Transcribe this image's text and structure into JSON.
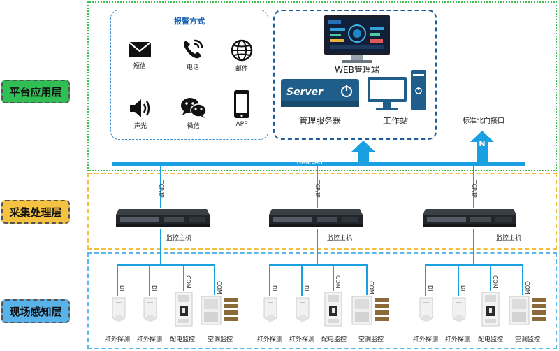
{
  "layers": {
    "platform": "平台应用层",
    "collect": "采集处理层",
    "sense": "现场感知层"
  },
  "alarm": {
    "title": "报警方式",
    "items": [
      {
        "label": "短信",
        "icon": "envelope-icon"
      },
      {
        "label": "电话",
        "icon": "phone-icon"
      },
      {
        "label": "邮件",
        "icon": "globe-icon"
      },
      {
        "label": "声光",
        "icon": "speaker-icon"
      },
      {
        "label": "微信",
        "icon": "wechat-icon"
      },
      {
        "label": "APP",
        "icon": "smartphone-icon"
      }
    ]
  },
  "management": {
    "web_label": "WEB管理端",
    "server_label": "管理服务器",
    "server_badge": "Server",
    "workstation_label": "工作站"
  },
  "network": {
    "bus_label": "WAN/LAN",
    "northbound_label": "标准北向接口",
    "northbound_letter": "N",
    "link_label": "TCP/IP"
  },
  "hosts": [
    {
      "label": "监控主机"
    },
    {
      "label": "监控主机"
    },
    {
      "label": "监控主机"
    }
  ],
  "sensor_groups": [
    {
      "devices": [
        {
          "label": "红外探测",
          "link": "DI"
        },
        {
          "label": "红外探测",
          "link": "DI"
        },
        {
          "label": "配电监控",
          "link": "COM"
        },
        {
          "label": "空调监控",
          "link": "COM"
        }
      ]
    },
    {
      "devices": [
        {
          "label": "红外探测",
          "link": "DI"
        },
        {
          "label": "红外探测",
          "link": "DI"
        },
        {
          "label": "配电监控",
          "link": "COM"
        },
        {
          "label": "空调监控",
          "link": "COM"
        }
      ]
    },
    {
      "devices": [
        {
          "label": "红外探测",
          "link": "DI"
        },
        {
          "label": "红外探测",
          "link": "DI"
        },
        {
          "label": "配电监控",
          "link": "COM"
        },
        {
          "label": "空调监控",
          "link": "COM"
        }
      ]
    }
  ],
  "colors": {
    "platform_green": "#2fbf55",
    "collect_yellow": "#f6c243",
    "sense_blue": "#58b3ea",
    "bus_blue": "#1aa0e0",
    "icon_dark": "#111111",
    "server_navy": "#1f5e8a"
  }
}
